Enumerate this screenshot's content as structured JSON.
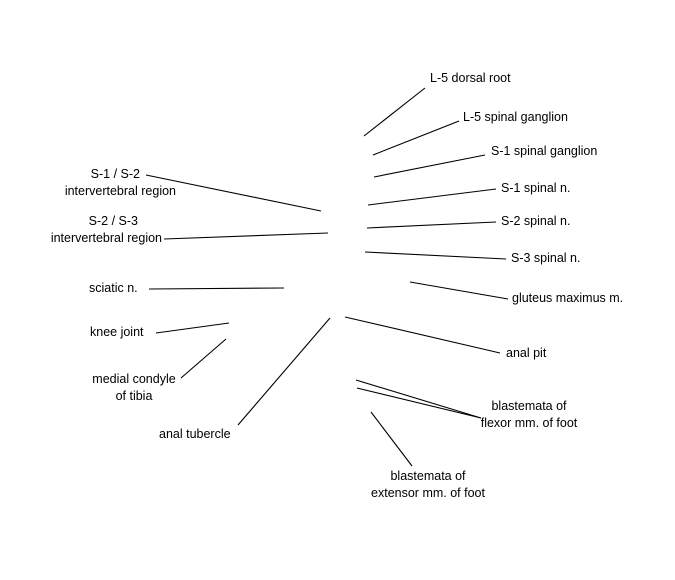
{
  "colors": {
    "line": "#000000",
    "text": "#000000",
    "background": "#ffffff"
  },
  "labels": {
    "l5_dorsal_root": "L-5 dorsal root",
    "l5_spinal_ganglion": "L-5 spinal ganglion",
    "s1_spinal_ganglion": "S-1 spinal ganglion",
    "s1_spinal_n": "S-1 spinal n.",
    "s2_spinal_n": "S-2 spinal n.",
    "s3_spinal_n": "S-3 spinal n.",
    "gluteus_maximus": "gluteus maximus m.",
    "anal_pit": "anal pit",
    "flexor_line1": "blastemata of",
    "flexor_line2": "flexor mm. of foot",
    "extensor_line1": "blastemata of",
    "extensor_line2": "extensor mm. of foot",
    "s1s2_line1": "S-1 / S-2",
    "s1s2_line2": "intervertebral region",
    "s2s3_line1": "S-2 / S-3",
    "s2s3_line2": "intervertebral region",
    "sciatic": "sciatic n.",
    "knee_joint": "knee joint",
    "medial_condyle_line1": "medial condyle",
    "medial_condyle_line2": "of tibia",
    "anal_tubercle": "anal tubercle"
  }
}
